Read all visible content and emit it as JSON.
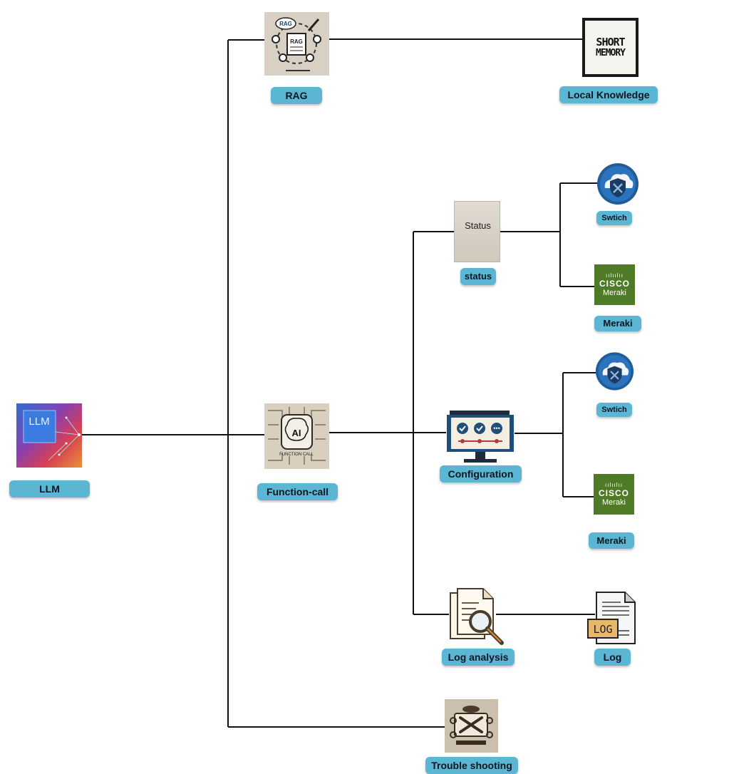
{
  "nodes": {
    "llm": {
      "label": "LLM",
      "icon_text": "LLM",
      "icon": "llm-network-icon"
    },
    "rag": {
      "label": "RAG",
      "icon_text": "RAG",
      "icon": "rag-document-icon"
    },
    "local_knowledge": {
      "label": "Local Knowledge",
      "icon_text_1": "SHORT",
      "icon_text_2": "MEMORY",
      "icon": "short-memory-icon"
    },
    "function_call": {
      "label": "Function-call",
      "icon_text_1": "AI",
      "icon_text_2": "FUNCTION CALL",
      "icon": "ai-brain-circuit-icon"
    },
    "status": {
      "label": "status",
      "icon_text": "Status",
      "icon": "status-card-icon"
    },
    "switch_status": {
      "label": "Swtich",
      "icon": "cloud-shield-icon"
    },
    "meraki_status": {
      "label": "Meraki",
      "icon_text_1": "CISCO",
      "icon_text_2": "Meraki",
      "icon": "cisco-meraki-logo"
    },
    "configuration": {
      "label": "Configuration",
      "icon": "monitor-config-icon"
    },
    "switch_config": {
      "label": "Swtich",
      "icon": "cloud-shield-icon"
    },
    "meraki_config": {
      "label": "Meraki",
      "icon_text_1": "CISCO",
      "icon_text_2": "Meraki",
      "icon": "cisco-meraki-logo"
    },
    "log_analysis": {
      "label": "Log analysis",
      "icon": "document-magnifier-icon"
    },
    "log": {
      "label": "Log",
      "icon_text": "LOG",
      "icon": "log-file-icon"
    },
    "trouble_shooting": {
      "label": "Trouble shooting",
      "icon": "wrench-tools-icon"
    }
  },
  "colors": {
    "label_bg": "#5bb6d3",
    "wire": "#111111",
    "meraki_green": "#4f7a26",
    "switch_blue": "#1f5c9a",
    "status_bg": "#d9d4ca"
  }
}
